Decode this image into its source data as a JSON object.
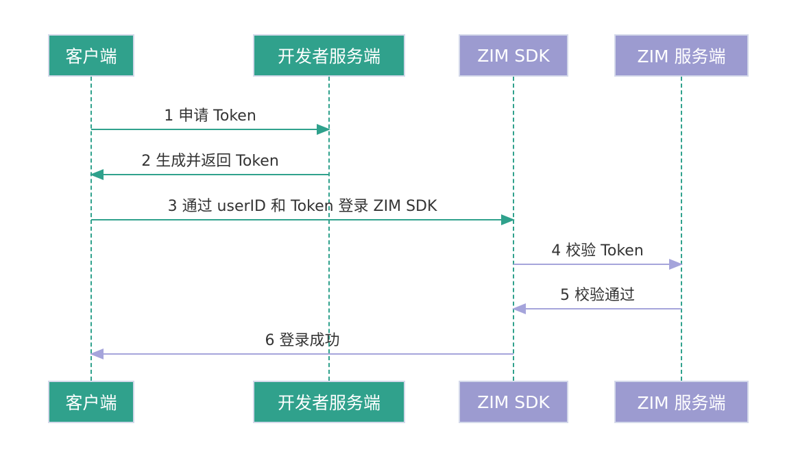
{
  "diagram": {
    "type": "sequence-diagram",
    "actors": [
      {
        "label": "客户端",
        "color_role": "green"
      },
      {
        "label": "开发者服务端",
        "color_role": "green"
      },
      {
        "label": "ZIM SDK",
        "color_role": "purple"
      },
      {
        "label": "ZIM 服务端",
        "color_role": "purple"
      }
    ],
    "messages": [
      {
        "seq": "1",
        "label": "1 申请 Token",
        "from": "客户端",
        "to": "开发者服务端",
        "direction": "right",
        "color_role": "green"
      },
      {
        "seq": "2",
        "label": "2 生成并返回 Token",
        "from": "开发者服务端",
        "to": "客户端",
        "direction": "left",
        "color_role": "green"
      },
      {
        "seq": "3",
        "label": "3 通过 userID 和 Token 登录 ZIM SDK",
        "from": "客户端",
        "to": "ZIM SDK",
        "direction": "right",
        "color_role": "green"
      },
      {
        "seq": "4",
        "label": "4 校验 Token",
        "from": "ZIM SDK",
        "to": "ZIM 服务端",
        "direction": "right",
        "color_role": "purple"
      },
      {
        "seq": "5",
        "label": "5 校验通过",
        "from": "ZIM 服务端",
        "to": "ZIM SDK",
        "direction": "left",
        "color_role": "purple"
      },
      {
        "seq": "6",
        "label": "6 登录成功",
        "from": "ZIM SDK",
        "to": "客户端",
        "direction": "left",
        "color_role": "purple"
      }
    ],
    "colors": {
      "background": "#FFFFFF",
      "actor_green": "#30A18C",
      "actor_purple": "#9C9BD0",
      "actor_border": "#D4D9EA",
      "actor_text": "#FFFFFF",
      "arrow_green": "#2FA18C",
      "arrow_purple": "#A5A4DB",
      "lifeline": "#2FA18C",
      "message_text": "#333333"
    }
  }
}
